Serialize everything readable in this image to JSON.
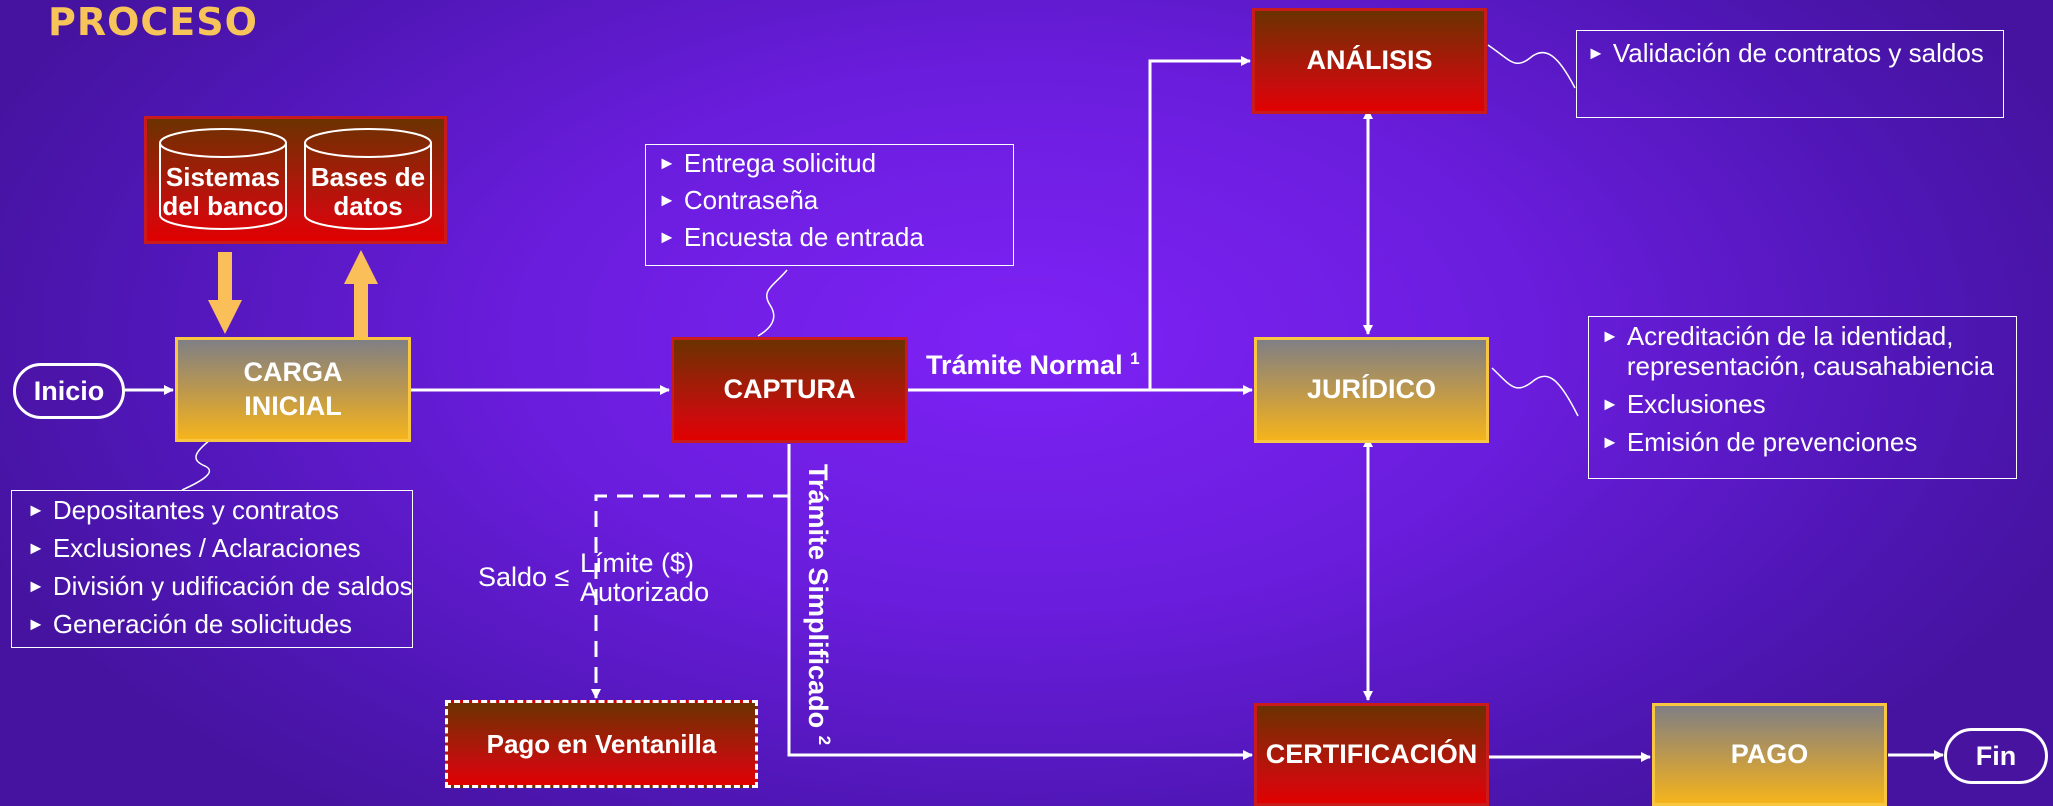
{
  "title": "PROCESO",
  "terminals": {
    "start": "Inicio",
    "end": "Fin"
  },
  "databases": {
    "sistemas": "Sistemas del banco",
    "bases": "Bases de datos"
  },
  "nodes": {
    "carga": "CARGA INICIAL",
    "captura": "CAPTURA",
    "analisis": "ANÁLISIS",
    "juridico": "JURÍDICO",
    "certificacion": "CERTIFICACIÓN",
    "pago": "PAGO",
    "ventanilla": "Pago en Ventanilla"
  },
  "edge_labels": {
    "normal": "Trámite Normal",
    "normal_sup": "1",
    "simplificado": "Trámite Simplificado",
    "simplificado_sup": "2",
    "saldo": "Saldo ≤",
    "limite_line1": "Límite ($)",
    "limite_line2": "Autorizado"
  },
  "notes": {
    "captura": [
      "Entrega solicitud",
      "Contraseña",
      "Encuesta de entrada"
    ],
    "carga": [
      "Depositantes y contratos",
      "Exclusiones / Aclaraciones",
      "División y udificación de saldos",
      "Generación de solicitudes"
    ],
    "analisis": [
      "Validación de contratos y saldos"
    ],
    "juridico": [
      "Acreditación de la identidad, representación, causahabiencia",
      "Exclusiones",
      "Emisión de prevenciones"
    ]
  },
  "bullet_glyph": "►",
  "colors": {
    "title": "#f7c45a",
    "red_box": "#c70d0d",
    "gold_box": "#f5b41c",
    "arrow_db": "#fbbf5a",
    "background": "#7e22f6"
  }
}
